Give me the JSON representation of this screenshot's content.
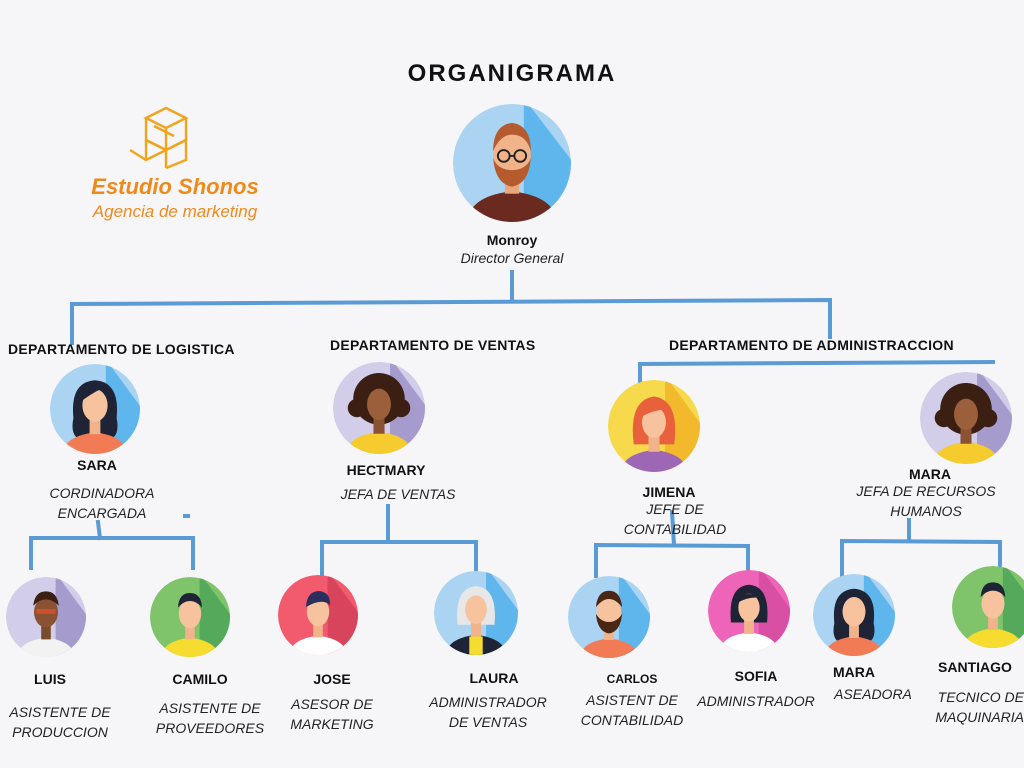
{
  "title": "ORGANIGRAMA",
  "logo": {
    "name": "Estudio Shonos",
    "tagline": "Agencia de marketing",
    "color": "#ef8a1a"
  },
  "colors": {
    "connector": "#5b9bd5",
    "background": "#f6f6f8"
  },
  "director": {
    "name": "Monroy",
    "role": "Director General",
    "icon": "bearded-man-glasses-avatar"
  },
  "departments": [
    {
      "title": "DEPARTAMENTO DE LOGISTICA"
    },
    {
      "title": "DEPARTAMENTO DE VENTAS"
    },
    {
      "title": "DEPARTAMENTO DE ADMINISTRACCION"
    }
  ],
  "managers": [
    {
      "name": "SARA",
      "role": "CORDINADORA\nENCARGADA"
    },
    {
      "name": "HECTMARY",
      "role": "JEFA DE VENTAS"
    },
    {
      "name": "JIMENA",
      "role": "JEFE DE CONTABILIDAD"
    },
    {
      "name": "MARA",
      "role": "JEFA DE RECURSOS\nHUMANOS"
    }
  ],
  "staff": [
    {
      "name": "LUIS",
      "role": "ASISTENTE DE\nPRODUCCION"
    },
    {
      "name": "CAMILO",
      "role": "ASISTENTE DE\nPROVEEDORES"
    },
    {
      "name": "JOSE",
      "role": "ASESOR DE\nMARKETING"
    },
    {
      "name": "LAURA",
      "role": "ADMINISTRADOR\nDE VENTAS"
    },
    {
      "name": "CARLOS",
      "role": "ASISTENT DE\nCONTABILIDAD"
    },
    {
      "name": "SOFIA",
      "role": "ADMINISTRADOR"
    },
    {
      "name": "MARA",
      "role": "ASEADORA"
    },
    {
      "name": "SANTIAGO",
      "role": "TECNICO DE\nMAQUINARIA"
    }
  ]
}
